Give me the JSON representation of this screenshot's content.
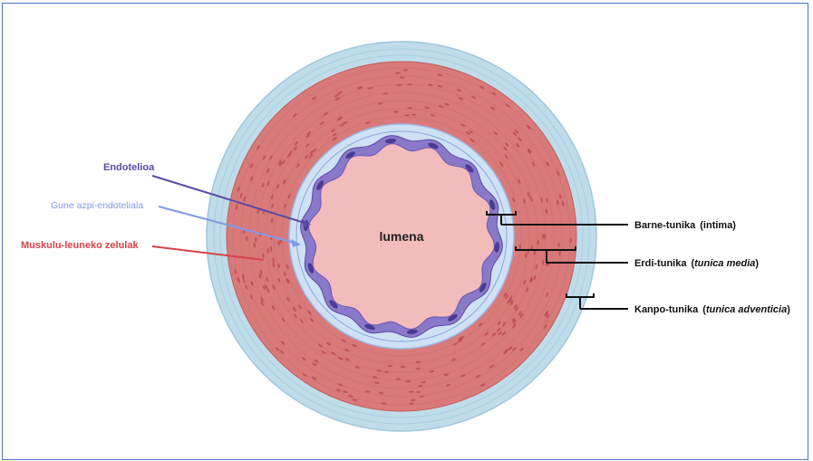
{
  "labels": {
    "lumen": "lumena",
    "endothelium": "Endotelioa",
    "subendothelial": "Gune azpi-endoteliala",
    "smooth_muscle": "Muskulu-leuneko zelulak",
    "intima_name": "Barne-tunika",
    "intima_latin": "(intima)",
    "media_name": "Erdi-tunika",
    "media_latin": "tunica media",
    "adventitia_name": "Kanpo-tunika",
    "adventitia_latin": "tunica adventicia"
  },
  "colors": {
    "frame": "#4a78c2",
    "adventitia": "#bfdcea",
    "media": "#d97a7a",
    "intima_band": "#cfe1f5",
    "endothelium": "#8a78c9",
    "lumen": "#f2bcbc",
    "endothelium_label": "#5a4aa6",
    "subendothelial_label": "#7f9be6",
    "smooth_muscle_label": "#d8424a"
  }
}
